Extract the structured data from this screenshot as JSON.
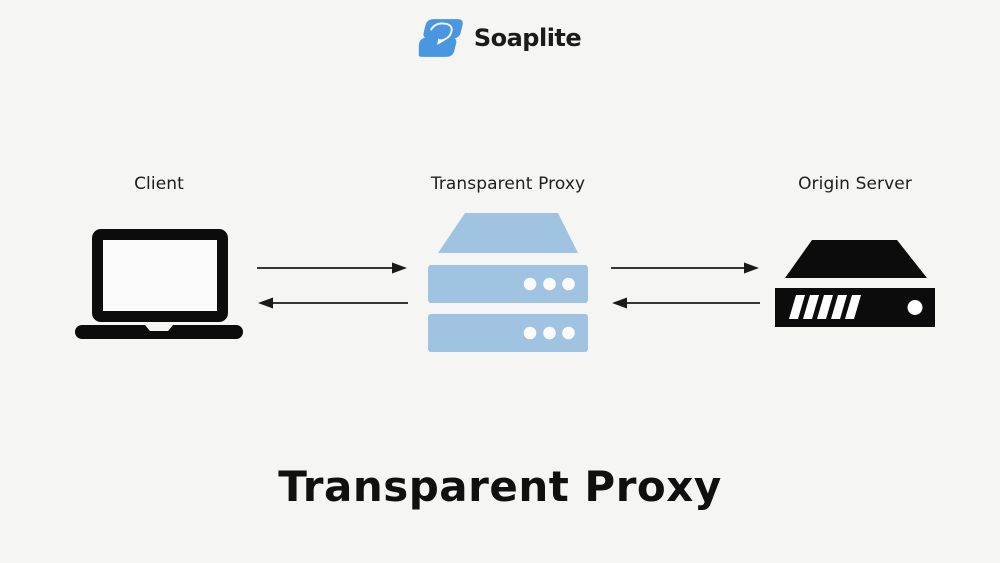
{
  "page": {
    "background_color": "#f5f5f4",
    "title": "Transparent Proxy",
    "title_color": "#101010"
  },
  "logo": {
    "brand": "Soaplite",
    "icon": "soaplite-s-logo-icon",
    "icon_color": "#4a96e0",
    "text_color": "#1b1b1b"
  },
  "diagram": {
    "nodes": [
      {
        "id": "client",
        "label": "Client",
        "icon": "laptop-icon",
        "icon_color": "#0c0c0c"
      },
      {
        "id": "transparent-proxy",
        "label": "Transparent Proxy",
        "icon": "proxy-server-icon",
        "icon_color": "#9fc3e1"
      },
      {
        "id": "origin-server",
        "label": "Origin Server",
        "icon": "rack-server-icon",
        "icon_color": "#0c0c0c"
      }
    ],
    "connections": [
      {
        "from": "client",
        "to": "transparent-proxy",
        "direction": "right"
      },
      {
        "from": "transparent-proxy",
        "to": "client",
        "direction": "left"
      },
      {
        "from": "transparent-proxy",
        "to": "origin-server",
        "direction": "right"
      },
      {
        "from": "origin-server",
        "to": "transparent-proxy",
        "direction": "left"
      }
    ],
    "arrow_color": "#1a1a1a",
    "label_color": "#1d1d1d"
  }
}
